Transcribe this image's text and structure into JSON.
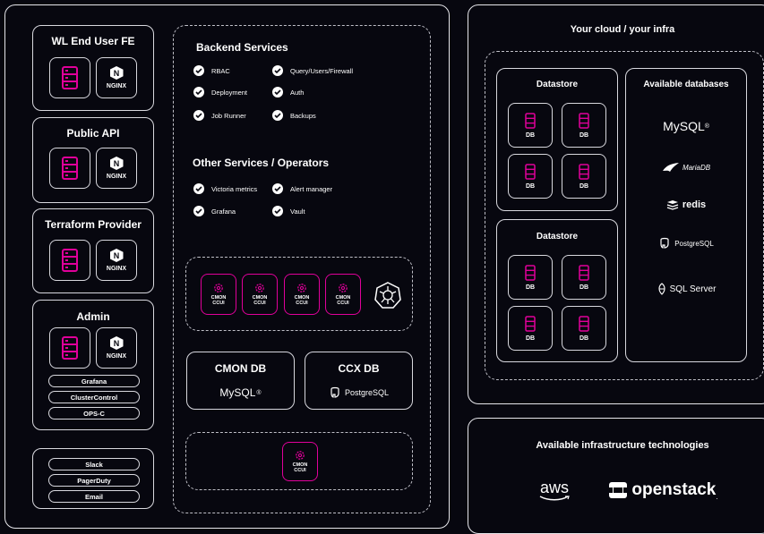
{
  "left_panel": {
    "wl_end_user_fe": {
      "title": "WL End User FE",
      "nginx": "NGINX"
    },
    "public_api": {
      "title": "Public API",
      "nginx": "NGINX"
    },
    "terraform_provider": {
      "title": "Terraform Provider",
      "nginx": "NGINX"
    },
    "admin": {
      "title": "Admin",
      "nginx": "NGINX",
      "chips": [
        "Grafana",
        "ClusterControl",
        "OPS-C"
      ]
    },
    "notifications": [
      "Slack",
      "PagerDuty",
      "Email"
    ],
    "backend_services": {
      "title": "Backend Services",
      "items": [
        "RBAC",
        "Query/Users/Firewall",
        "Deployment",
        "Auth",
        "Job Runner",
        "Backups"
      ]
    },
    "other_services": {
      "title": "Other Services / Operators",
      "items": [
        "Victoria metrics",
        "Alert manager",
        "Grafana",
        "Vault"
      ]
    },
    "cmon_ccui": {
      "label_line1": "CMON",
      "label_line2": "CCUI"
    },
    "cmon_db": {
      "title": "CMON DB",
      "logo": "MySQL"
    },
    "ccx_db": {
      "title": "CCX DB",
      "logo": "PostgreSQL"
    }
  },
  "right_panel": {
    "title": "Your cloud / your infra",
    "datastore_1": {
      "title": "Datastore",
      "db_label": "DB"
    },
    "datastore_2": {
      "title": "Datastore",
      "db_label": "DB"
    },
    "available_databases": {
      "title": "Available databases",
      "logos": [
        "MySQL",
        "MariaDB",
        "redis",
        "PostgreSQL",
        "SQL Server"
      ]
    }
  },
  "infra_panel": {
    "title": "Available infrastructure technologies",
    "logos": [
      "aws",
      "openstack"
    ]
  },
  "colors": {
    "accent": "#e0009a",
    "background": "#07070f",
    "line": "#e6e6ea"
  },
  "icons": [
    "server-icon",
    "nginx-icon",
    "check-icon",
    "cmon-gear-icon",
    "kubernetes-icon",
    "database-icon"
  ]
}
